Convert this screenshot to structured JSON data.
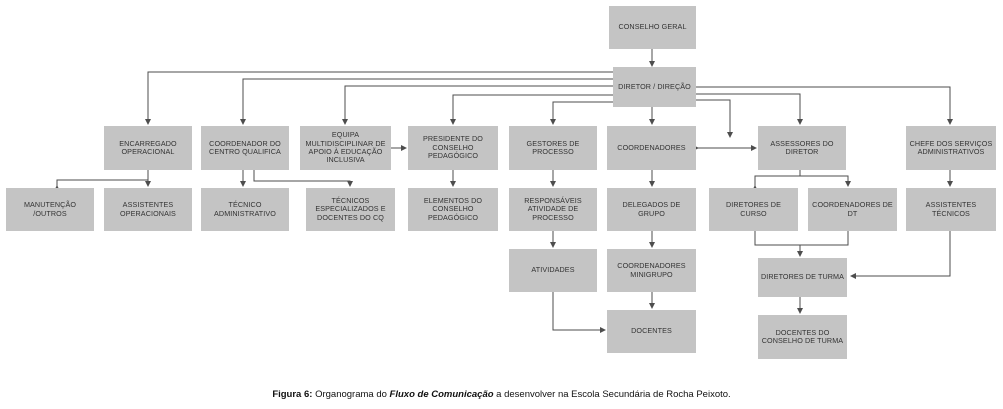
{
  "nodes": {
    "conselho_geral": "CONSELHO GERAL",
    "diretor": "DIRETOR / DIREÇÃO",
    "encarregado": "ENCARREGADO OPERACIONAL",
    "coord_centro": "COORDENADOR DO CENTRO QUALIFICA",
    "equipa": "EQUIPA MULTIDISCIPLINAR DE APOIO À EDUCAÇÃO INCLUSIVA",
    "presidente": "PRESIDENTE DO CONSELHO PEDAGÓGICO",
    "gestores": "GESTORES DE PROCESSO",
    "coordenadores": "COORDENADORES",
    "assessores": "ASSESSORES DO DIRETOR",
    "chefe": "CHEFE DOS SERVIÇOS ADMINISTRATIVOS",
    "manutencao": "MANUTENÇÃO /OUTROS",
    "assistentes_op": "ASSISTENTES OPERACIONAIS",
    "tecnico_admin": "TÉCNICO ADMINISTRATIVO",
    "tecnicos_esp": "TÉCNICOS ESPECIALIZADOS E DOCENTES DO CQ",
    "elementos": "ELEMENTOS DO CONSELHO PEDAGÓGICO",
    "responsaveis": "RESPONSÁVEIS ATIVIDADE DE PROCESSO",
    "delegados": "DELEGADOS DE GRUPO",
    "diretores_curso": "DIRETORES DE CURSO",
    "coord_dt": "COORDENADORES DE DT",
    "assistentes_tec": "ASSISTENTES TÉCNICOS",
    "atividades": "ATIVIDADES",
    "coord_minigrupo": "COORDENADORES MINIGRUPO",
    "diretores_turma": "DIRETORES DE TURMA",
    "docentes": "DOCENTES",
    "docentes_conselho": "DOCENTES DO CONSELHO DE TURMA"
  },
  "caption": {
    "label": "Figura 6:",
    "text_before": " Organograma do ",
    "emphasis": "Fluxo de Comunicação",
    "text_after": " a desenvolver na Escola Secundária de Rocha Peixoto."
  },
  "colors": {
    "box": "#c4c4c4",
    "line": "#4d4d4d",
    "text": "#333333"
  }
}
